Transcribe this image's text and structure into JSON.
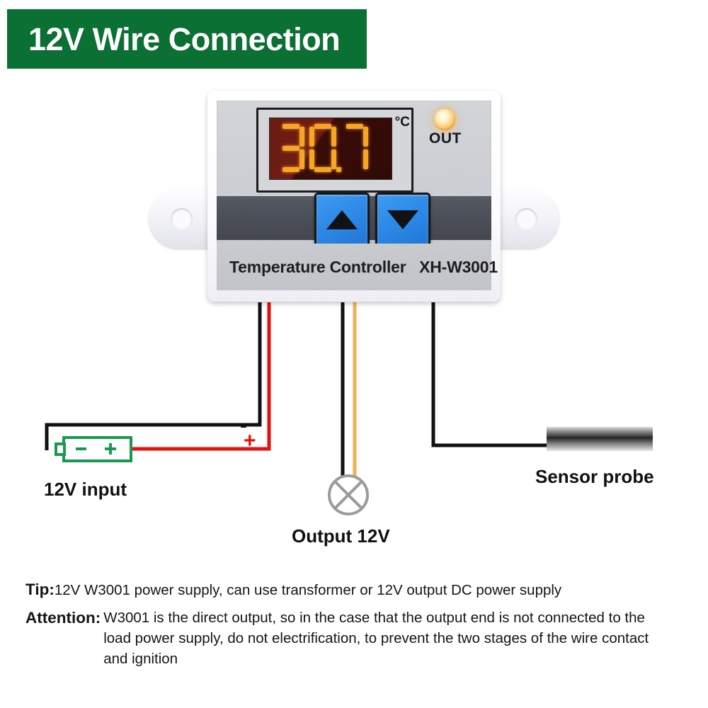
{
  "banner": {
    "title": "12V Wire Connection",
    "background_color": "#0b7034",
    "text_color": "#ffffff"
  },
  "device": {
    "model_text": "Temperature Controller   XH-W3001",
    "display": {
      "value": "30.7",
      "digits": [
        "3",
        "0",
        "7"
      ],
      "decimal_after_digit": 2,
      "unit": "°C",
      "segment_on_color": "#f6a623",
      "segment_off_color": "#7d2716",
      "screen_color": "#6a1b12"
    },
    "indicator": {
      "label": "OUT",
      "state": "on",
      "color": "#ffc76a"
    },
    "buttons": [
      {
        "name": "up",
        "glyph": "▲",
        "color": "#2f8ae8"
      },
      {
        "name": "down",
        "glyph": "▼",
        "color": "#2f8ae8"
      }
    ],
    "mounting_tabs": 2
  },
  "wiring": {
    "power_minus_sign": "-",
    "power_plus_sign": "+",
    "battery": {
      "minus": "-",
      "plus": "+",
      "color": "#18994f"
    },
    "wire_colors": {
      "negative": "#111114",
      "positive": "#e3110f",
      "output_live": "#111114",
      "output_neutral": "#efb352",
      "sensor": "#111114"
    }
  },
  "labels": {
    "input": "12V input",
    "output": "Output 12V",
    "sensor": "Sensor probe"
  },
  "notes": {
    "tip_label": "Tip:",
    "tip_text": "12V W3001 power supply, can use transformer or 12V output DC power supply",
    "attention_label": "Attention:",
    "attention_text": "W3001 is the direct output, so in the case that the output end is not connected to the load power supply, do not electrification, to prevent the two stages of the wire contact and ignition"
  }
}
